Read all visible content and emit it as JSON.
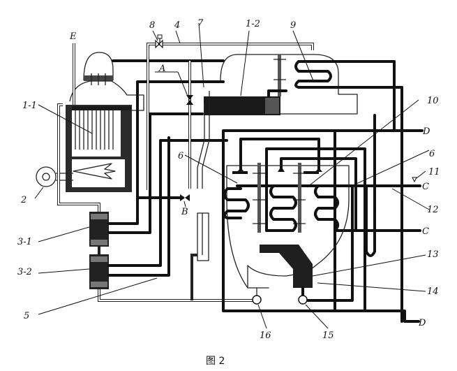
{
  "figure": {
    "caption": "图 2",
    "type": "schematic diagram"
  },
  "labels": [
    {
      "id": "E",
      "text": "E"
    },
    {
      "id": "1-1",
      "text": "1-1"
    },
    {
      "id": "1-2",
      "text": "1-2"
    },
    {
      "id": "2",
      "text": "2"
    },
    {
      "id": "3-1",
      "text": "3-1"
    },
    {
      "id": "3-2",
      "text": "3-2"
    },
    {
      "id": "4",
      "text": "4"
    },
    {
      "id": "5",
      "text": "5"
    },
    {
      "id": "6a",
      "text": "6"
    },
    {
      "id": "6b",
      "text": "6"
    },
    {
      "id": "7",
      "text": "7"
    },
    {
      "id": "8",
      "text": "8"
    },
    {
      "id": "9",
      "text": "9"
    },
    {
      "id": "10",
      "text": "10"
    },
    {
      "id": "11",
      "text": "11"
    },
    {
      "id": "12",
      "text": "12"
    },
    {
      "id": "13",
      "text": "13"
    },
    {
      "id": "14",
      "text": "14"
    },
    {
      "id": "15",
      "text": "15"
    },
    {
      "id": "16",
      "text": "16"
    },
    {
      "id": "A",
      "text": "A"
    },
    {
      "id": "B",
      "text": "B"
    },
    {
      "id": "C1",
      "text": "C"
    },
    {
      "id": "C2",
      "text": "C"
    },
    {
      "id": "D1",
      "text": "D"
    },
    {
      "id": "D2",
      "text": "D"
    }
  ]
}
